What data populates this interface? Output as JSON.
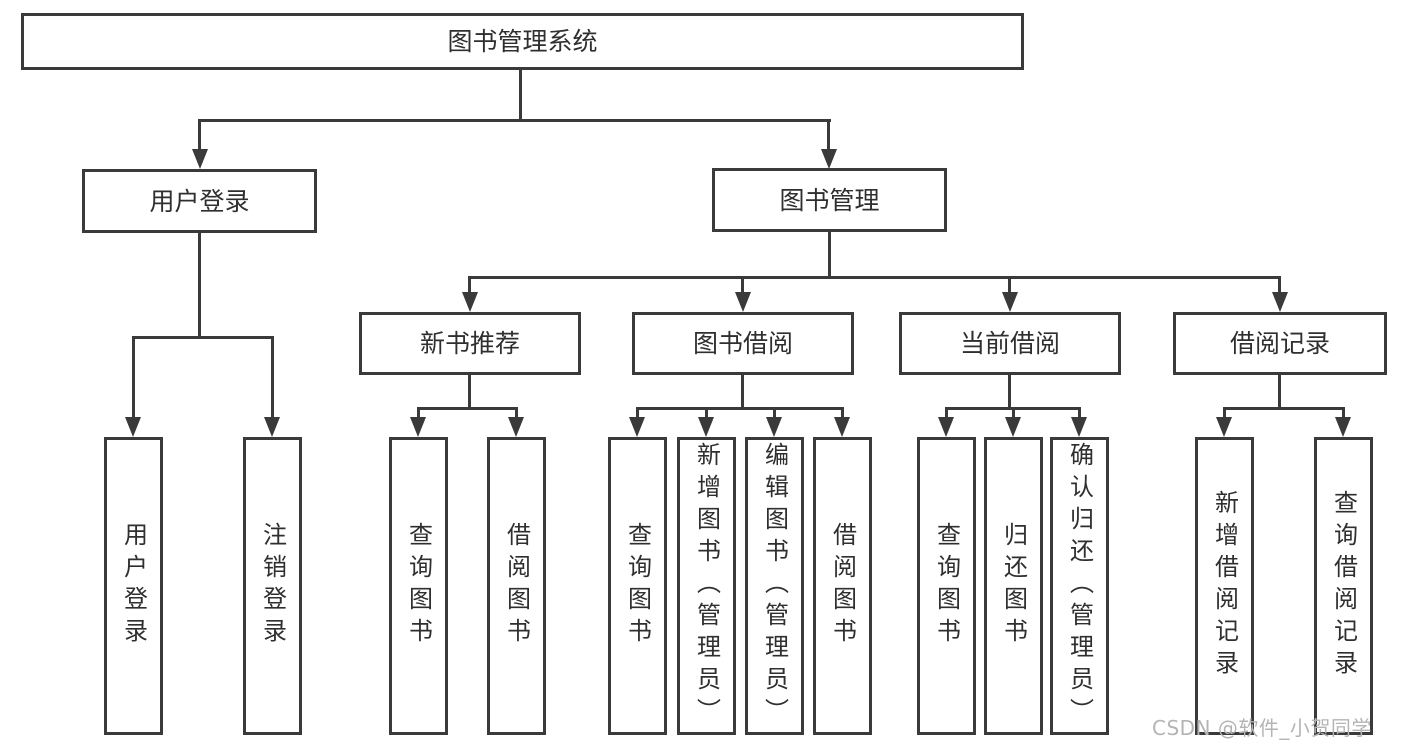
{
  "colors": {
    "line": "#3a3a3a",
    "text": "#2f2f2f",
    "background": "#ffffff",
    "watermark": "#b4b4b4"
  },
  "watermark": {
    "text": "CSDN @软件_小贺同学"
  },
  "nodes": {
    "root": {
      "label": "图书管理系统"
    },
    "level2": [
      {
        "label": "用户登录"
      },
      {
        "label": "图书管理"
      }
    ],
    "level3": [
      {
        "label": "新书推荐"
      },
      {
        "label": "图书借阅"
      },
      {
        "label": "当前借阅"
      },
      {
        "label": "借阅记录"
      }
    ],
    "leaves": [
      {
        "label": "用户登录"
      },
      {
        "label": "注销登录"
      },
      {
        "label": "查询图书"
      },
      {
        "label": "借阅图书"
      },
      {
        "label": "查询图书"
      },
      {
        "label": "新增图书（管理员）"
      },
      {
        "label": "编辑图书（管理员）"
      },
      {
        "label": "借阅图书"
      },
      {
        "label": "查询图书"
      },
      {
        "label": "归还图书"
      },
      {
        "label": "确认归还（管理员）"
      },
      {
        "label": "新增借阅记录"
      },
      {
        "label": "查询借阅记录"
      }
    ]
  }
}
